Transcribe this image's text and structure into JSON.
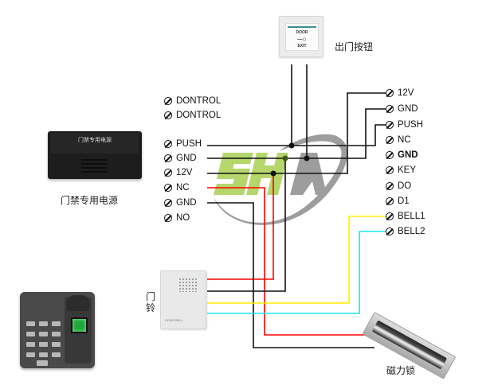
{
  "diagram": {
    "title": "Access control power supply wiring diagram",
    "components": {
      "exit_button": {
        "label": "出门按钮",
        "face_text_top": "DOOR",
        "face_text_bottom": "EXIT",
        "face_icon": "key-icon"
      },
      "power_supply": {
        "label": "门禁专用电源",
        "case_text": "门禁专用电源"
      },
      "doorbell": {
        "label_char_1": "门",
        "label_char_2": "铃",
        "case_text": "DOOR BELL"
      },
      "magnetic_lock": {
        "label": "磁力锁"
      },
      "fingerprint_reader": {
        "label": ""
      }
    },
    "power_supply_terminals": [
      {
        "label": "DONTROL",
        "icon": "terminal-screw-icon"
      },
      {
        "label": "DONTROL",
        "icon": "terminal-screw-icon"
      },
      {
        "label": "PUSH",
        "icon": "terminal-screw-icon"
      },
      {
        "label": "GND",
        "icon": "terminal-screw-icon"
      },
      {
        "label": "12V",
        "icon": "terminal-screw-icon"
      },
      {
        "label": "NC",
        "icon": "terminal-screw-icon"
      },
      {
        "label": "GND",
        "icon": "terminal-screw-icon"
      },
      {
        "label": "NO",
        "icon": "terminal-screw-icon"
      }
    ],
    "reader_terminals": [
      {
        "label": "12V",
        "icon": "terminal-screw-icon"
      },
      {
        "label": "GND",
        "icon": "terminal-screw-icon"
      },
      {
        "label": "PUSH",
        "icon": "terminal-screw-icon"
      },
      {
        "label": "NC",
        "icon": "terminal-screw-icon"
      },
      {
        "label": "GND",
        "icon": "terminal-screw-icon"
      },
      {
        "label": "KEY",
        "icon": "terminal-screw-icon"
      },
      {
        "label": "DO",
        "icon": "terminal-screw-icon"
      },
      {
        "label": "D1",
        "icon": "terminal-screw-icon"
      },
      {
        "label": "BELL1",
        "icon": "terminal-screw-icon"
      },
      {
        "label": "BELL2",
        "icon": "terminal-screw-icon"
      }
    ],
    "wire_colors": {
      "black": "#111111",
      "red": "#ff0000",
      "yellow": "#ffee00",
      "cyan": "#19e6f0",
      "junction_dark_green": "#3f5a10"
    },
    "watermark": {
      "text": "SHA",
      "green": "#a8cf52",
      "gray": "#8c8c8c"
    }
  }
}
